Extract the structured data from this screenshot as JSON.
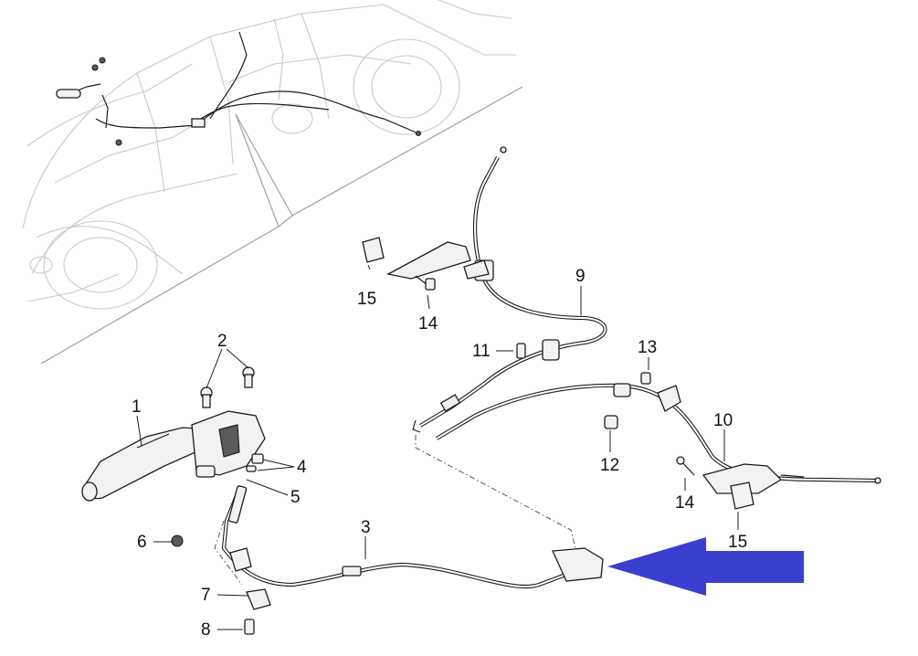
{
  "colors": {
    "arrow": "#3b3fcf",
    "line": "#1c1c1c",
    "ghost_line": "#c9c9c9",
    "background": "#ffffff"
  },
  "callouts": [
    {
      "id": "c1",
      "label": "1"
    },
    {
      "id": "c2",
      "label": "2"
    },
    {
      "id": "c3",
      "label": "3"
    },
    {
      "id": "c4",
      "label": "4"
    },
    {
      "id": "c5",
      "label": "5"
    },
    {
      "id": "c6",
      "label": "6"
    },
    {
      "id": "c7",
      "label": "7"
    },
    {
      "id": "c8",
      "label": "8"
    },
    {
      "id": "c9",
      "label": "9"
    },
    {
      "id": "c10",
      "label": "10"
    },
    {
      "id": "c11",
      "label": "11"
    },
    {
      "id": "c12",
      "label": "12"
    },
    {
      "id": "c13",
      "label": "13"
    },
    {
      "id": "c14a",
      "label": "14"
    },
    {
      "id": "c14b",
      "label": "14"
    },
    {
      "id": "c15a",
      "label": "15"
    },
    {
      "id": "c15b",
      "label": "15"
    }
  ],
  "indicator": {
    "icon": "pointer-arrow-icon",
    "direction": "left"
  }
}
